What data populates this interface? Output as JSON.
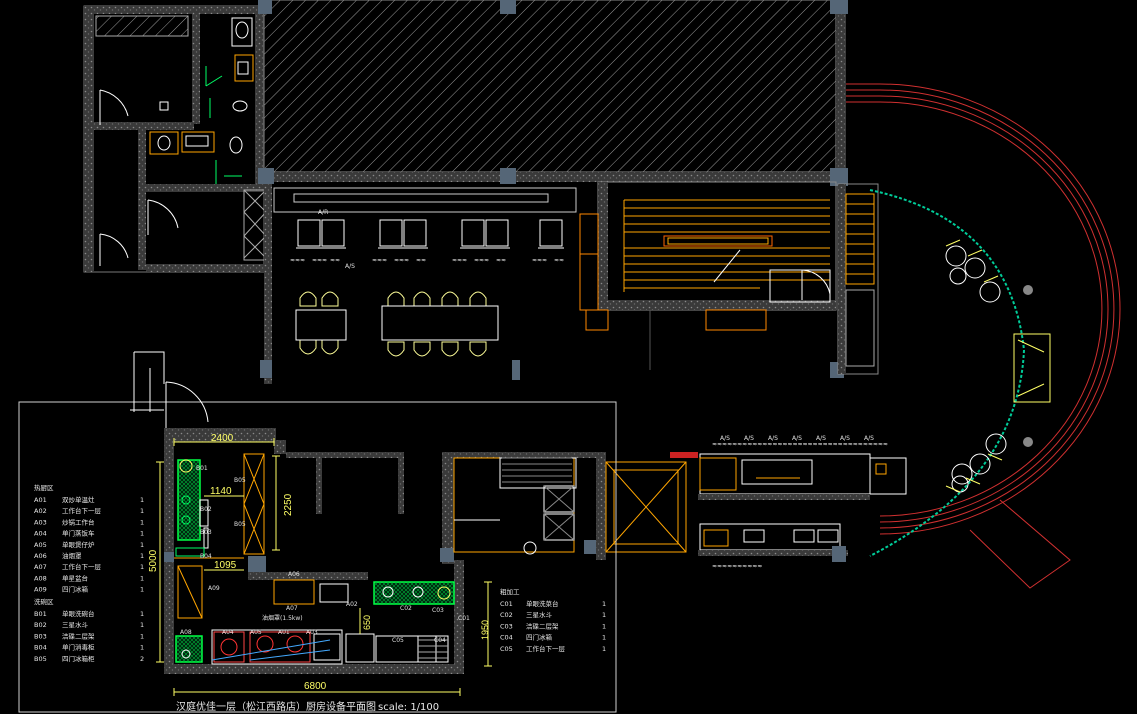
{
  "drawing": {
    "title": "汉庭优佳一层（松江西路店）厨房设备平面图",
    "scale_label": "scale: 1/100"
  },
  "dimensions": {
    "d2400": "2400",
    "d1140": "1140",
    "d2250": "2250",
    "d5000": "5000",
    "d1095": "1095",
    "d650": "650",
    "d1950": "1950",
    "d6800": "6800"
  },
  "annotations": {
    "as": "A/S",
    "ar": "A/R"
  },
  "legend_left": {
    "header1": "热厨区",
    "rows1": [
      {
        "code": "A01",
        "name": "双炒单温灶",
        "qty": "1"
      },
      {
        "code": "A02",
        "name": "工作台下一层",
        "qty": "1"
      },
      {
        "code": "A03",
        "name": "炒锅工作台",
        "qty": "1"
      },
      {
        "code": "A04",
        "name": "单门蒸饭车",
        "qty": "1"
      },
      {
        "code": "A05",
        "name": "单眼煲仔炉",
        "qty": "1"
      },
      {
        "code": "A06",
        "name": "油烟罩",
        "qty": "1"
      },
      {
        "code": "A07",
        "name": "工作台下一层",
        "qty": "1"
      },
      {
        "code": "A08",
        "name": "单星盆台",
        "qty": "1"
      },
      {
        "code": "A09",
        "name": "四门冰箱",
        "qty": "1"
      }
    ],
    "header2": "洗碗区",
    "rows2": [
      {
        "code": "B01",
        "name": "单眼洗碗台",
        "qty": "1"
      },
      {
        "code": "B02",
        "name": "三星水斗",
        "qty": "1"
      },
      {
        "code": "B03",
        "name": "洁碟二层架",
        "qty": "1"
      },
      {
        "code": "B04",
        "name": "单门消毒柜",
        "qty": "1"
      },
      {
        "code": "B05",
        "name": "四门冰箱柜",
        "qty": "2"
      }
    ]
  },
  "legend_right": {
    "header": "粗加工",
    "rows": [
      {
        "code": "C01",
        "name": "单眼洗菜台",
        "qty": "1"
      },
      {
        "code": "C02",
        "name": "三星水斗",
        "qty": "1"
      },
      {
        "code": "C03",
        "name": "洁碟二层架",
        "qty": "1"
      },
      {
        "code": "C04",
        "name": "四门冰箱",
        "qty": "1"
      },
      {
        "code": "C05",
        "name": "工作台下一层",
        "qty": "1"
      }
    ]
  },
  "equipment_labels": {
    "b01": "B01",
    "b02": "B02",
    "b03": "B03",
    "b04": "B04",
    "b05a": "B05",
    "b05b": "B05",
    "a01": "A01",
    "a02": "A02",
    "a03": "A03",
    "a04": "A04",
    "a05": "A05",
    "a06": "A06",
    "a07": "A07",
    "a08": "A08",
    "a09": "A09",
    "c01": "C01",
    "c02": "C02",
    "c03": "C03",
    "c05": "C05",
    "c04": "C04",
    "hood": "油烟罩(1.5kw)"
  }
}
